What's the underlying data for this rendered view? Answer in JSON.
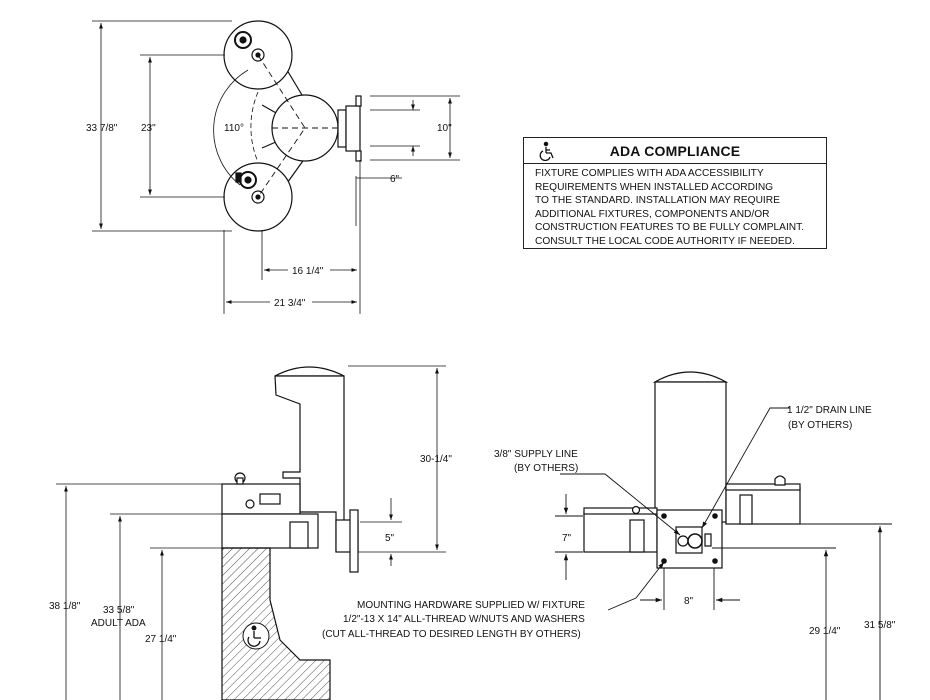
{
  "dimensions": {
    "overall_width_top": "33 7/8\"",
    "basin_spacing": "23\"",
    "angle": "110°",
    "plate_10": "10\"",
    "plate_6": "6\"",
    "depth_16": "16 1/4\"",
    "depth_21": "21 3/4\"",
    "column_30": "30-1/4\"",
    "dim_5": "5\"",
    "dim_38": "38 1/8\"",
    "dim_33": "33 5/8\"",
    "adult_ada": "ADULT ADA",
    "dim_27": "27 1/4\"",
    "dim_7": "7\"",
    "dim_8": "8\"",
    "dim_29": "29 1/4\"",
    "dim_31": "31 5/8\""
  },
  "callouts": {
    "drain_line_1": "1 1/2\" DRAIN LINE",
    "drain_line_2": "(BY OTHERS)",
    "supply_line_1": "3/8\" SUPPLY LINE",
    "supply_line_2": "(BY OTHERS)",
    "mounting_1": "MOUNTING HARDWARE SUPPLIED W/ FIXTURE",
    "mounting_2": "1/2\"-13 X 14\" ALL-THREAD W/NUTS AND WASHERS",
    "mounting_3": "(CUT ALL-THREAD TO DESIRED LENGTH BY OTHERS)"
  },
  "ada": {
    "title": "ADA COMPLIANCE",
    "icon": "wheelchair-icon",
    "lines": [
      "FIXTURE COMPLIES WITH ADA ACCESSIBILITY",
      "REQUIREMENTS WHEN INSTALLED ACCORDING",
      "TO THE STANDARD. INSTALLATION MAY REQUIRE",
      "ADDITIONAL FIXTURES, COMPONENTS AND/OR",
      "CONSTRUCTION FEATURES TO BE FULLY COMPLAINT.",
      "CONSULT THE LOCAL CODE AUTHORITY IF NEEDED."
    ]
  }
}
